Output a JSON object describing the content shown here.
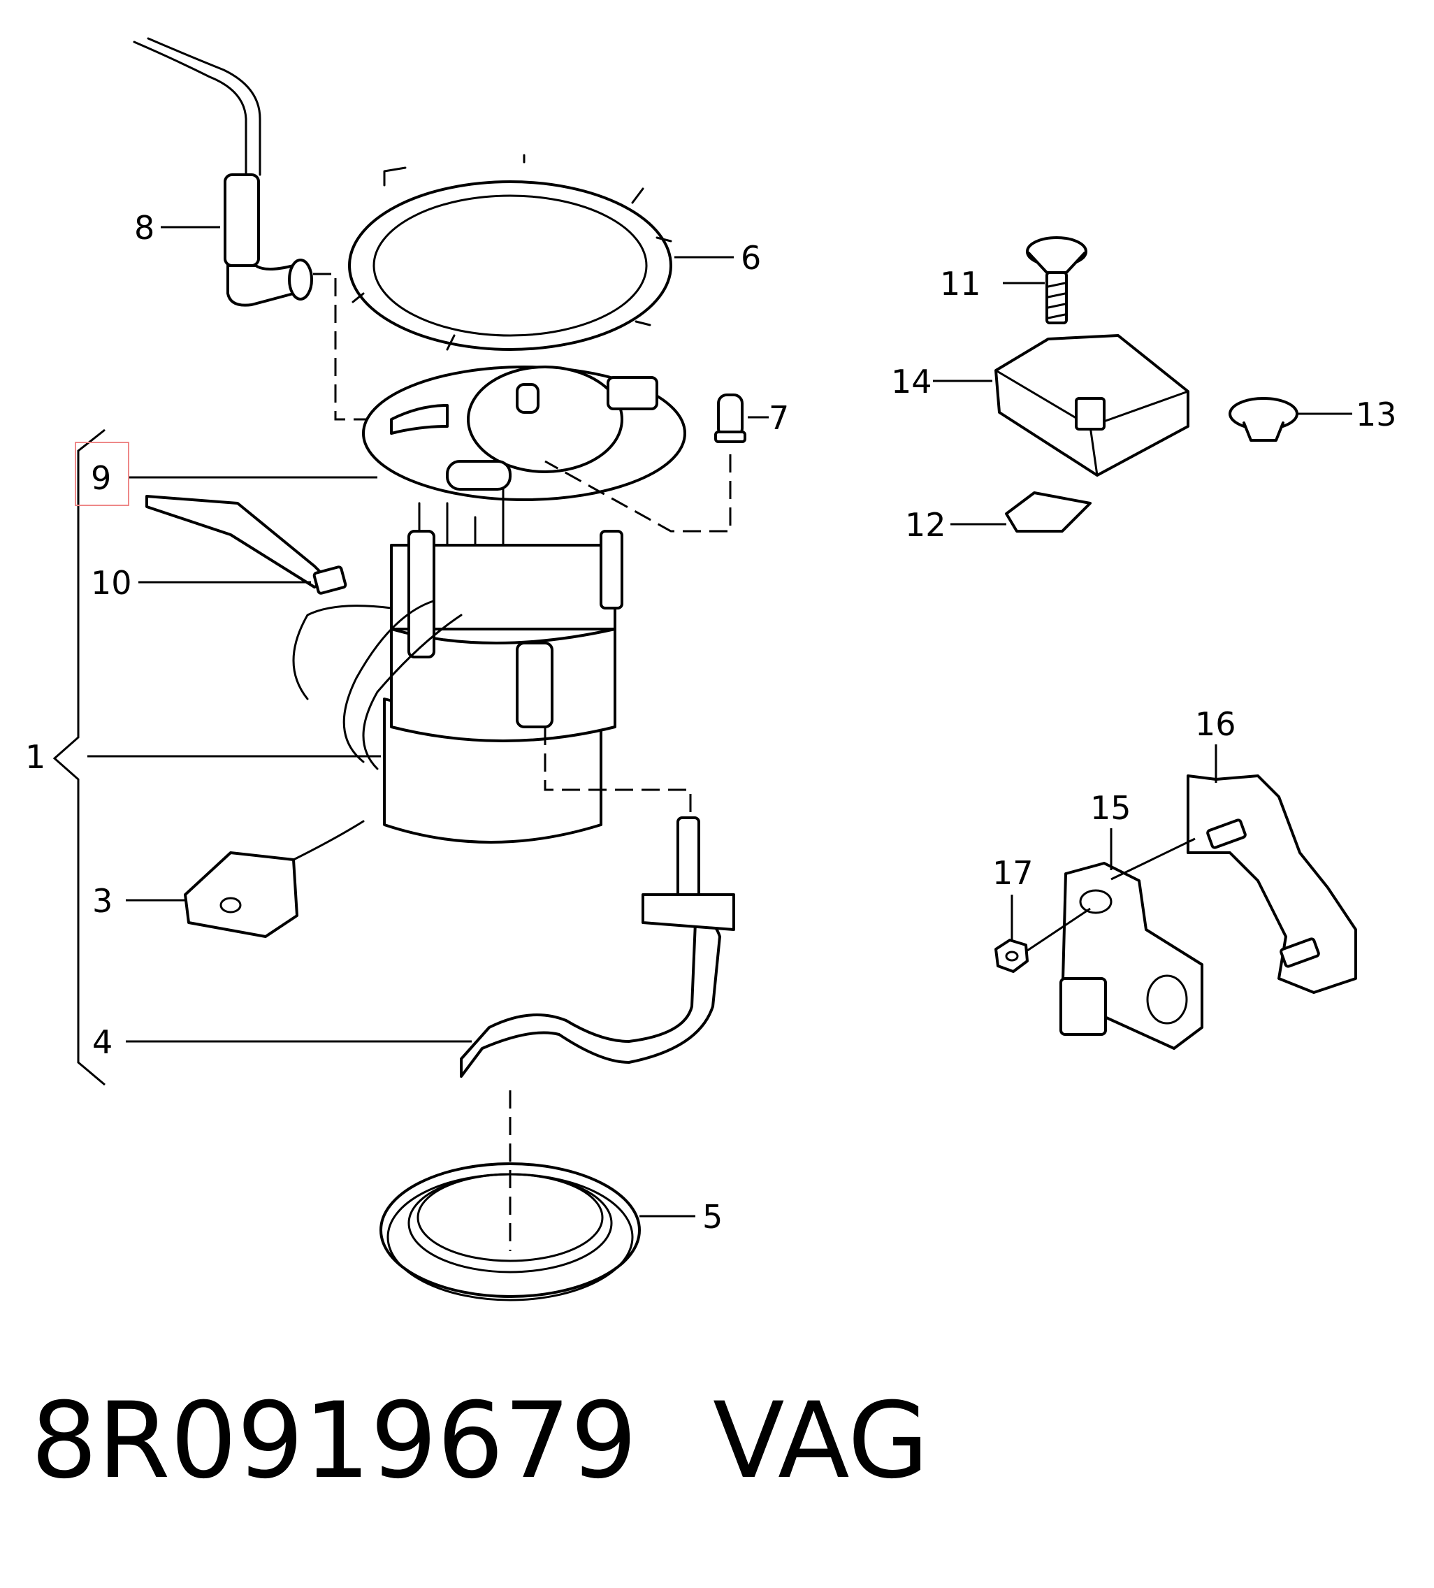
{
  "callouts": {
    "c1": "1",
    "c3": "3",
    "c4": "4",
    "c5": "5",
    "c6": "6",
    "c7": "7",
    "c8": "8",
    "c9": "9",
    "c10": "10",
    "c11": "11",
    "c12": "12",
    "c13": "13",
    "c14": "14",
    "c15": "15",
    "c16": "16",
    "c17": "17"
  },
  "highlighted_callout": "9",
  "caption": {
    "part_number": "8R0919679",
    "brand": "VAG"
  },
  "colors": {
    "line": "#000000",
    "highlight": "#e88888",
    "background": "#ffffff"
  }
}
